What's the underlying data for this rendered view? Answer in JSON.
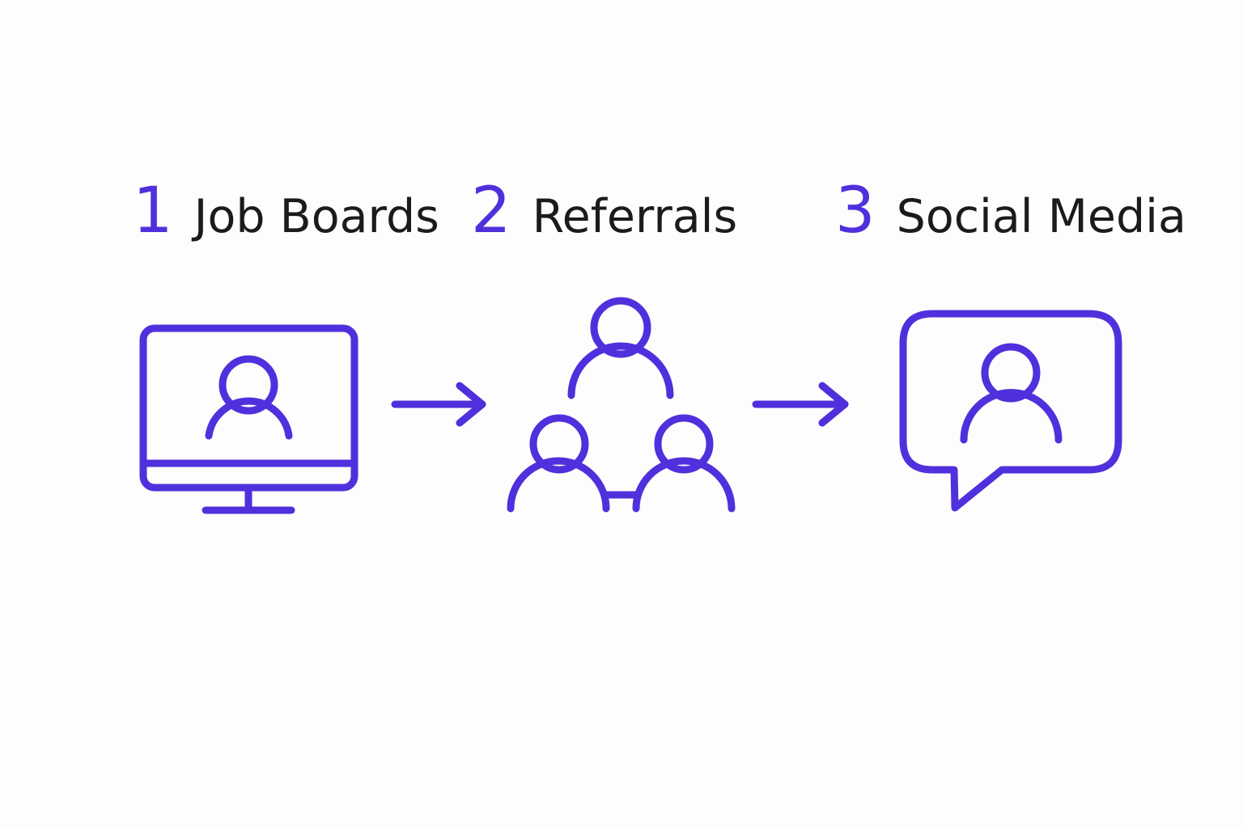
{
  "colors": {
    "accent": "#5030dc",
    "text": "#1b1b1f",
    "background": "#fdfdfd"
  },
  "steps": [
    {
      "number": "1",
      "title": "Job Boards",
      "icon": "monitor-user-icon"
    },
    {
      "number": "2",
      "title": "Referrals",
      "icon": "group-users-icon"
    },
    {
      "number": "3",
      "title": "Social Media",
      "icon": "chat-bubble-user-icon"
    }
  ],
  "connectors": [
    "arrow-right-icon",
    "arrow-right-icon"
  ]
}
